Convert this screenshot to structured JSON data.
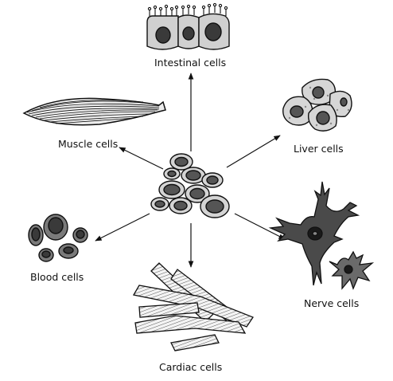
{
  "labels": {
    "intestinal": "Intestinal cells",
    "muscle": "Muscle cells",
    "liver": "Liver cells",
    "blood": "Blood cells",
    "nerve": "Nerve cells",
    "cardiac": "Cardiac cells"
  }
}
